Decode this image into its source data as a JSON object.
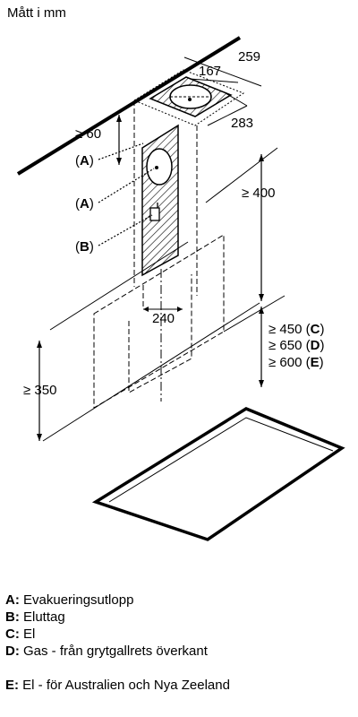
{
  "unit_title": "Mått i mm",
  "dimensions": {
    "d259": "259",
    "d167": "167",
    "d283": "283",
    "d60": "≥ 60",
    "d400": "≥ 400",
    "d240": "240",
    "d350": "≥ 350",
    "d450": "≥ 450",
    "d650": "≥ 650",
    "d600": "≥ 600"
  },
  "callouts": {
    "a_upper": "A",
    "a_lower": "A",
    "b": "B",
    "c": "C",
    "d": "D",
    "e": "E"
  },
  "legend": [
    {
      "key": "A:",
      "text": "Evakueringsutlopp"
    },
    {
      "key": "B:",
      "text": "Eluttag"
    },
    {
      "key": "C:",
      "text": "El"
    },
    {
      "key": "D:",
      "text": "Gas - från grytgallrets överkant"
    },
    {
      "key": "E:",
      "text": "El - för Australien och Nya Zeeland"
    }
  ]
}
